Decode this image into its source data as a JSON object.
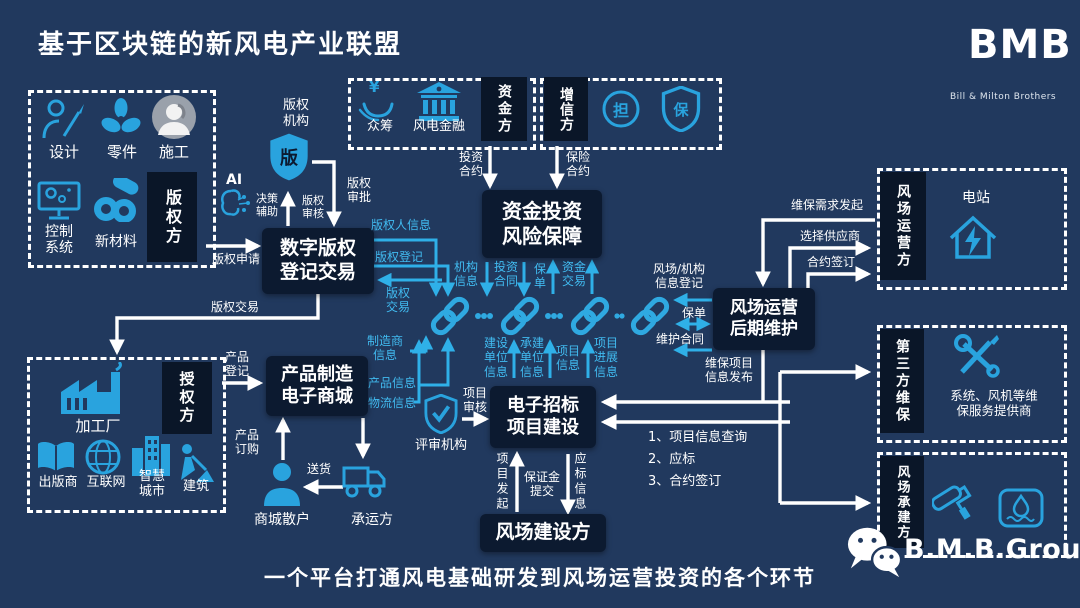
{
  "header": {
    "title": "基于区块链的新风电产业联盟",
    "logo": "BMB",
    "logo_sub": "Bill & Milton Brothers"
  },
  "footer": {
    "caption": "一个平台打通风电基础研发到风场运营投资的各个环节",
    "wechat_id": "B.M.B.Group."
  },
  "colors": {
    "background": "#21395e",
    "node_box": "#0c1a30",
    "accent_blue": "#29a3de",
    "cyan_label": "#41bbf0",
    "white": "#ffffff",
    "avatar_grey": "#9aa1ab"
  },
  "groups": {
    "copyright": {
      "party": "版权方",
      "design": "设计",
      "parts": "零件",
      "construction": "施工",
      "control": "控制\n系统",
      "materials": "新材料"
    },
    "fund": {
      "party": "资金方",
      "crowdfunding": "众筹",
      "wind_finance": "风电金融"
    },
    "credit": {
      "party": "增信方",
      "badge_dan": "担",
      "badge_bao": "保"
    },
    "licensor": {
      "party": "授权方",
      "factory": "加工厂",
      "publisher": "出版商",
      "internet": "互联网",
      "smart_city": "智慧\n城市",
      "building": "建筑"
    },
    "operator": {
      "party": "风场运营方",
      "station": "电站"
    },
    "maintenance": {
      "party": "第三方维保",
      "desc": "系统、风机等维\n保服务提供商"
    },
    "contractor": {
      "party": "风场承建方"
    }
  },
  "nodes": {
    "copyright_org": "版权\n机构",
    "shield_char": "版",
    "ai": "AI",
    "yuan": "¥",
    "digital_copyright": "数字版权\n登记交易",
    "fund_risk": "资金投资\n风险保障",
    "product_mall": "产品制造\n电子商城",
    "e_tender": "电子招标\n项目建设",
    "ops_maintenance": "风场运营\n后期维护",
    "farm_builder": "风场建设方",
    "mall_customer": "商城散户",
    "carrier": "承运方",
    "review_org": "评审机构"
  },
  "flows": {
    "decision_support": "决策\n辅助",
    "copyright_review": "版权\n审核",
    "copyright_approval": "版权\n审批",
    "copyright_apply": "版权申请",
    "copyright_trade": "版权交易",
    "invest_contract": "投资\n合约",
    "insurance_contract": "保险\n合约",
    "holder_info": "版权人信息",
    "copyright_register": "版权登记",
    "copyright_trade2": "版权\n交易",
    "org_info": "机构\n信息",
    "invest_agreement": "投资\n合同",
    "policy": "保\n单",
    "fund_trade": "资金\n交易",
    "builder_info": "建设\n单位\n信息",
    "contractor_info": "承建\n单位\n信息",
    "project_info": "项目\n信息",
    "project_progress": "项目\n进展\n信息",
    "maker_info": "制造商\n信息",
    "product_info": "产品信息",
    "logistics_info": "物流信息",
    "product_register": "产品\n登记",
    "product_order": "产品\n订购",
    "delivery": "送货",
    "project_review": "项目\n审核",
    "farm_org_register": "风场/机构\n信息登记",
    "policy2": "保单",
    "maintain_contract": "维护合同",
    "maintain_request": "维保需求发起",
    "choose_supplier": "选择供应商",
    "sign_contract": "合约签订",
    "maintain_publish": "维保项目\n信息发布",
    "project_initiate": "项目发起",
    "deposit_submit": "保证金\n提交",
    "bid_info": "应标信息",
    "tender_steps": [
      "1、项目信息查询",
      "2、应标",
      "3、合约签订"
    ]
  }
}
